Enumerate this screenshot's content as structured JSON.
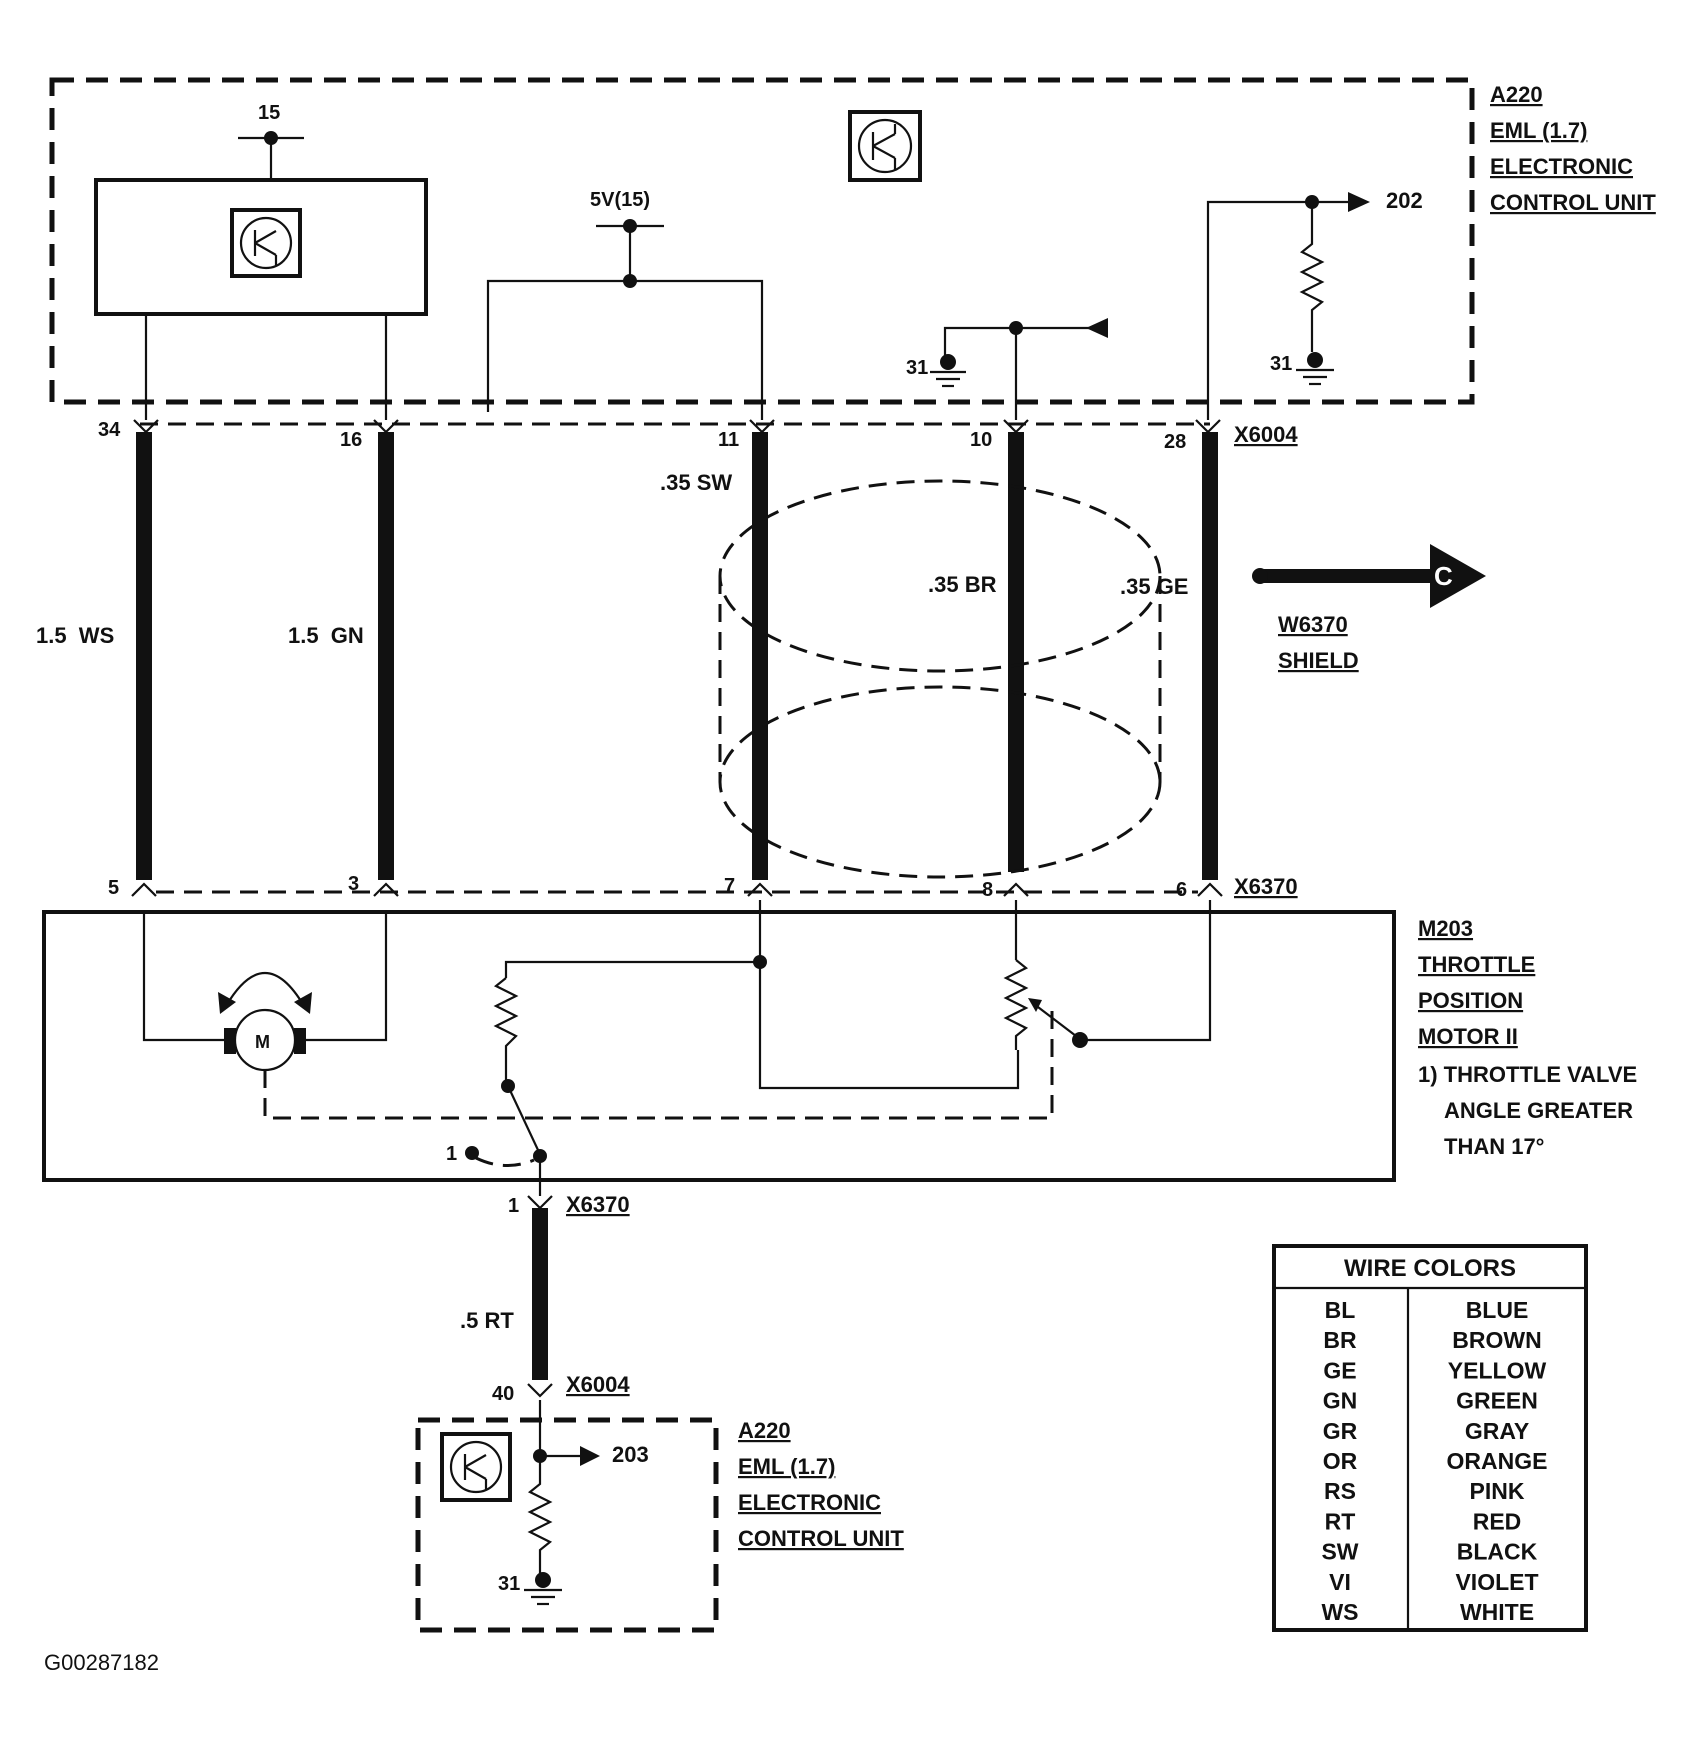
{
  "diagram_id": "G00287182",
  "ecu_top": {
    "name": "A220",
    "line2": "EML (1.7)",
    "line3": "ELECTRONIC",
    "line4": "CONTROL UNIT",
    "supply_15": "15",
    "supply_5v": "5V(15)",
    "ground_a": "31",
    "ground_b": "31",
    "output_ref": "202",
    "connector": "X6004"
  },
  "pins_top": [
    "34",
    "16",
    "11",
    "10",
    "28"
  ],
  "pins_bottom": [
    "5",
    "3",
    "7",
    "8",
    "6"
  ],
  "wires": [
    {
      "label": "1.5  WS"
    },
    {
      "label": "1.5  GN"
    },
    {
      "label": ".35 SW"
    },
    {
      "label": ".35 BR"
    },
    {
      "label": ".35 GE"
    }
  ],
  "shield": {
    "name": "W6370",
    "line2": "SHIELD",
    "ref": "C"
  },
  "motor": {
    "name": "M203",
    "line2": "THROTTLE",
    "line3": "POSITION",
    "line4": "MOTOR II",
    "note1": "1) THROTTLE VALVE",
    "note2": "ANGLE GREATER",
    "note3": "THAN 17°",
    "connector": "X6370",
    "switch_mark": "1",
    "motor_symbol": "M"
  },
  "lower_link": {
    "pin_motor": "1",
    "connector_motor": "X6370",
    "wire": ".5 RT",
    "pin_ecu": "40",
    "connector_ecu": "X6004"
  },
  "ecu_bottom": {
    "name": "A220",
    "line2": "EML (1.7)",
    "line3": "ELECTRONIC",
    "line4": "CONTROL UNIT",
    "output_ref": "203",
    "ground": "31"
  },
  "legend": {
    "title": "WIRE COLORS",
    "rows": [
      {
        "code": "BL",
        "color": "BLUE"
      },
      {
        "code": "BR",
        "color": "BROWN"
      },
      {
        "code": "GE",
        "color": "YELLOW"
      },
      {
        "code": "GN",
        "color": "GREEN"
      },
      {
        "code": "GR",
        "color": "GRAY"
      },
      {
        "code": "OR",
        "color": "ORANGE"
      },
      {
        "code": "RS",
        "color": "PINK"
      },
      {
        "code": "RT",
        "color": "RED"
      },
      {
        "code": "SW",
        "color": "BLACK"
      },
      {
        "code": "VI",
        "color": "VIOLET"
      },
      {
        "code": "WS",
        "color": "WHITE"
      }
    ]
  }
}
